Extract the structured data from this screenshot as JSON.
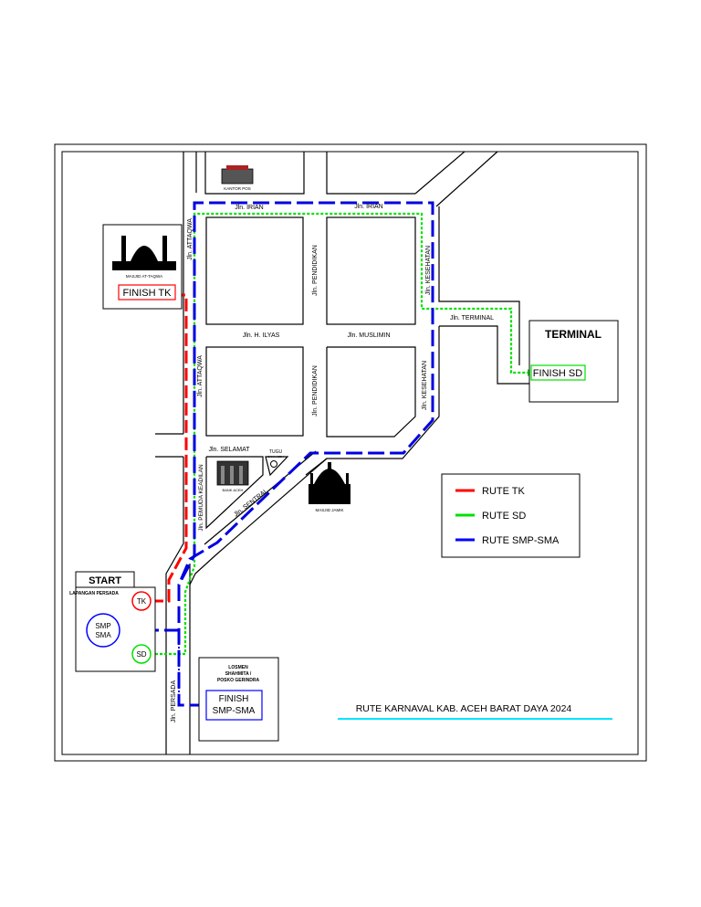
{
  "map": {
    "title": "RUTE KARNAVAL KAB. ACEH BARAT DAYA 2024",
    "streets": {
      "irian_left": "Jln. IRIAN",
      "irian_right": "Jln. IRIAN",
      "attaqwa_top": "Jln. ATTAQWA",
      "attaqwa_mid": "Jln. ATTAQWA",
      "pendidikan_top": "Jln. PENDIDIKAN",
      "pendidikan_bottom": "Jln. PENDIDIKAN",
      "kesehatan_top": "Jln. KESEHATAN",
      "kesehatan_bottom": "Jln. KESEHATAN",
      "h_ilyas": "Jln. H. ILYAS",
      "muslimin": "Jln. MUSLIMIN",
      "terminal": "Jln. TERMINAL",
      "selamat": "Jln. SELAMAT",
      "pemuda": "Jln. PEMUDA KEADILAN",
      "sentral": "Jln. SENTRAL",
      "persada": "Jln. PERSADA"
    },
    "landmarks": {
      "kantor_pos": "KANTOR POS",
      "masjid_attaqwa": "MASJID AT-TAQWA",
      "tugu": "TUGU",
      "tugu_sub": "BANK ACEH",
      "bank_aceh": "BANK ACEH",
      "masjid_jamik": "MASJID JAMIK",
      "terminal": "TERMINAL",
      "start": "START",
      "lapangan": "LAPANGAN PERSADA",
      "losmen_1": "LOSMEN",
      "losmen_2": "SHAHMITA /",
      "losmen_3": "POSKO GERINDRA"
    },
    "markers": {
      "tk": "TK",
      "sd": "SD",
      "smp_1": "SMP",
      "smp_2": "SMA",
      "finish_tk": "FINISH TK",
      "finish_sd": "FINISH SD",
      "finish_smp_1": "FINISH",
      "finish_smp_2": "SMP-SMA"
    },
    "legend": [
      {
        "label": "RUTE  TK",
        "color": "#ff0000"
      },
      {
        "label": "RUTE  SD",
        "color": "#00e000"
      },
      {
        "label": "RUTE  SMP-SMA",
        "color": "#0000ff"
      }
    ],
    "colors": {
      "tk_route": "#ff0000",
      "sd_route": "#00e000",
      "smp_route": "#0000ff",
      "title_underline": "#00e5ff"
    }
  }
}
